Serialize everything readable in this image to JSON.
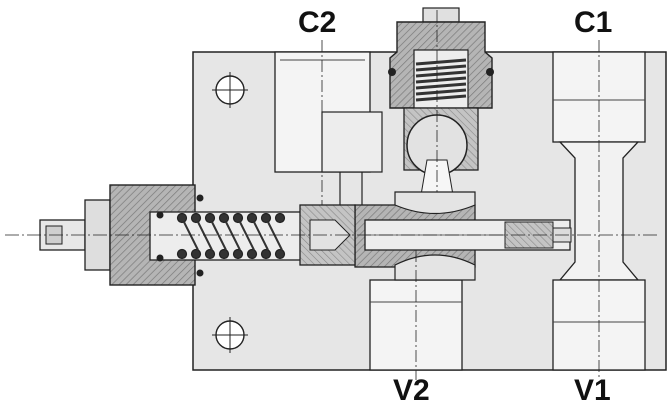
{
  "ports": {
    "c2": "C2",
    "c1": "C1",
    "v2": "V2",
    "v1": "V1"
  },
  "colors": {
    "body": "#e6e6e6",
    "hatch": "#9c9c9c",
    "line": "#222222",
    "spring": "#333333"
  }
}
